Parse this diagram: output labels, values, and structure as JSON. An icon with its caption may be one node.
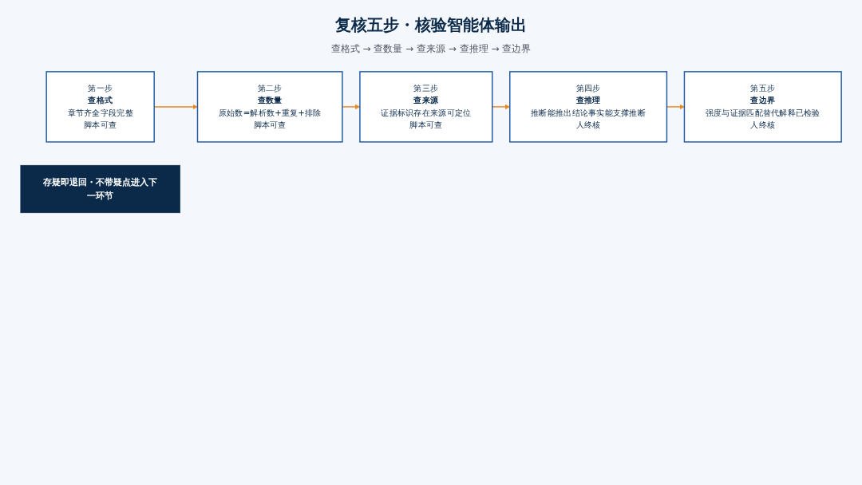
{
  "diagram": {
    "title": "复核五步・核验智能体输出",
    "nodes": [
      {
        "text": [
          "第一步",
          "查格式",
          "章节齐全字段完整",
          "脚本可查"
        ]
      },
      {
        "text": [
          "第二步",
          "查数量",
          "原始数=解析数+重复+排除",
          "脚本可查"
        ]
      },
      {
        "text": [
          "第三步",
          "查来源",
          "证据标识存在来源可定位",
          "脚本可查"
        ]
      },
      {
        "text": [
          "第四步",
          "查推理",
          "推断能推出结论事实能支撑推断",
          "人终核"
        ]
      },
      {
        "text": [
          "第五步",
          "查边界",
          "强度与证据匹配替代解释已检验",
          "人终核"
        ]
      },
      {
        "text": [
          "存疑即退回・不带疑点进入下一环节"
        ]
      }
    ],
    "edges": [
      {
        "from": 0,
        "to": 1,
        "arrow": "to"
      },
      {
        "from": 1,
        "to": 2,
        "arrow": "to"
      },
      {
        "from": 2,
        "to": 3,
        "arrow": "to"
      },
      {
        "from": 3,
        "to": 4,
        "arrow": "to"
      }
    ],
    "labels": [
      "查格式 → 查数量 → 查来源 → 查推理 → 查边界"
    ]
  }
}
